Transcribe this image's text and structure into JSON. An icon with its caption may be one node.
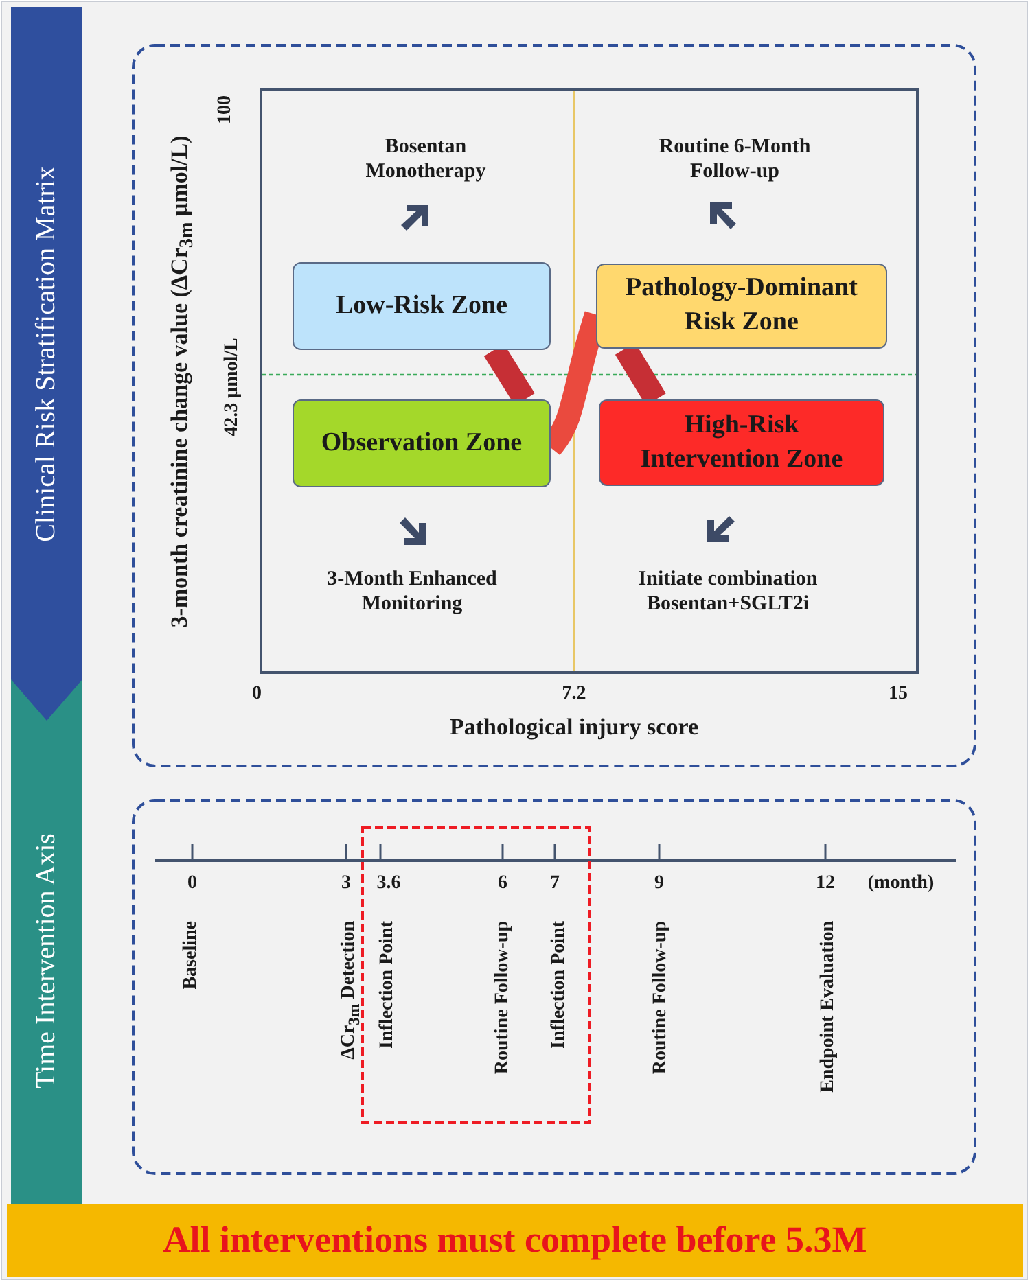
{
  "diagram": {
    "nodes": [
      {
        "text": [
          "Clinical Risk Stratification Matrix"
        ]
      },
      {
        "text": [
          "Time Intervention Axis"
        ]
      },
      {
        "text": [
          "Low-Risk Zone"
        ]
      },
      {
        "text": [
          "Observation Zone"
        ]
      },
      {
        "text": [
          "Pathology-Dominant Risk Zone"
        ]
      },
      {
        "text": [
          "High-Risk Intervention Zone"
        ]
      },
      {
        "text": [
          "All interventions must complete before 5.3M"
        ]
      }
    ],
    "edges": [
      {
        "from": 2,
        "to": 3,
        "arrow": "none"
      },
      {
        "from": 3,
        "to": 4,
        "arrow": "none"
      },
      {
        "from": 4,
        "to": 5,
        "arrow": "none"
      }
    ],
    "labels": [
      "3-month creatinine change value (ΔCr$_{3m}$ μmol/L)",
      "100",
      "Bosentan Monotherapy",
      "Routine 6-Month Follow-up",
      "42.3 μmol/L",
      "3-Month Enhanced Monitoring",
      "Initiate combination Bosentan+SGLT2i",
      "0",
      "7.2",
      "15",
      "Pathological injury score",
      "0",
      "3",
      "3.6",
      "6",
      "7",
      "9",
      "12",
      "(month)",
      "Baseline",
      "ΔCr$_{3m}$ Detection",
      "Inflection Point",
      "Routine Follow-up",
      "Inflection Point",
      "Routine Follow-up",
      "Endpoint Evaluation"
    ]
  }
}
